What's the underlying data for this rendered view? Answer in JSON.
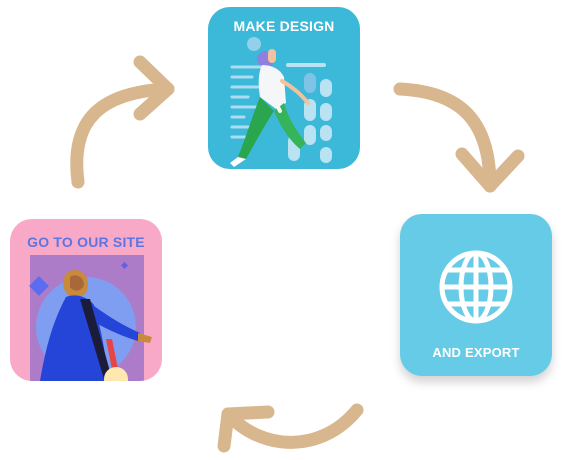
{
  "steps": {
    "make_design": {
      "label": "MAKE DESIGN"
    },
    "export": {
      "label": "AND EXPORT",
      "icon": "globe-icon"
    },
    "site": {
      "label": "GO TO OUR SITE"
    }
  },
  "arrows": [
    "arrow-site-to-make",
    "arrow-make-to-export",
    "arrow-export-to-site"
  ],
  "colors": {
    "arrow": "#d8b68e",
    "make_card": "#3cb8d8",
    "export_card": "#65cbe6",
    "site_card": "#f9a9c8",
    "site_title": "#5b76e2"
  }
}
